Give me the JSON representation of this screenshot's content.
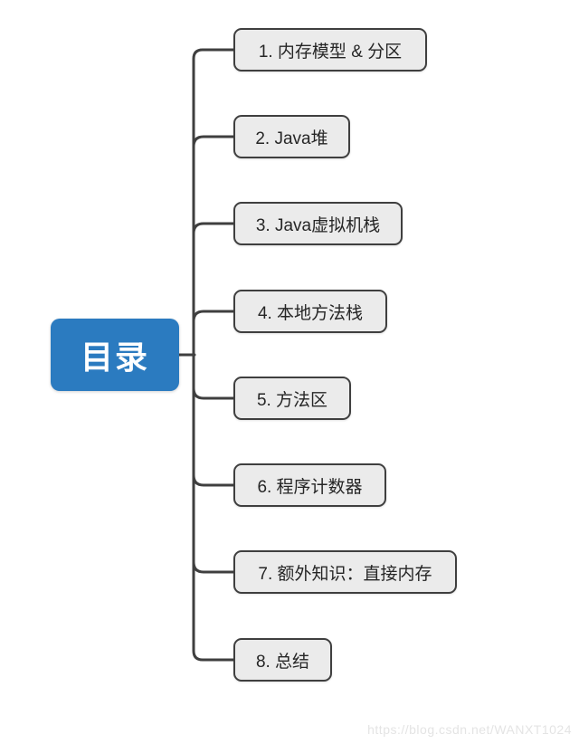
{
  "root": {
    "label": "目录"
  },
  "branches": [
    {
      "label": "1. 内存模型 & 分区"
    },
    {
      "label": "2. Java堆"
    },
    {
      "label": "3. Java虚拟机栈"
    },
    {
      "label": "4. 本地方法栈"
    },
    {
      "label": "5. 方法区"
    },
    {
      "label": "6. 程序计数器"
    },
    {
      "label": "7. 额外知识：直接内存"
    },
    {
      "label": "8. 总结"
    }
  ],
  "watermark": "https://blog.csdn.net/WANXT1024",
  "colors": {
    "background": "#FFFFFF",
    "root_bg": "#2B7BC0",
    "root_text": "#FFFFFF",
    "node_bg": "#EBEBEB",
    "node_border": "#3F3F3F",
    "node_text": "#262626",
    "connector": "#3F3F3F",
    "watermark_text": "#E4E4E4"
  }
}
